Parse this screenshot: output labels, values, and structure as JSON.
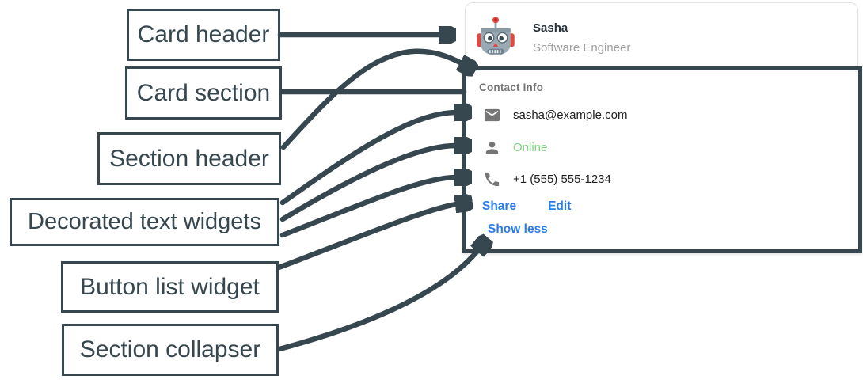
{
  "annotations": {
    "labels": [
      {
        "text": "Card header"
      },
      {
        "text": "Card section"
      },
      {
        "text": "Section header"
      },
      {
        "text": "Decorated text widgets"
      },
      {
        "text": "Button list widget"
      },
      {
        "text": "Section collapser"
      }
    ]
  },
  "card": {
    "header": {
      "avatar_icon": "robot-icon",
      "name": "Sasha",
      "subtitle": "Software Engineer"
    },
    "section": {
      "header": "Contact Info",
      "items": [
        {
          "icon": "mail-icon",
          "text": "sasha@example.com"
        },
        {
          "icon": "person-icon",
          "text": "Online"
        },
        {
          "icon": "phone-icon",
          "text": "+1 (555) 555-1234"
        }
      ],
      "buttons": [
        {
          "label": "Share"
        },
        {
          "label": "Edit"
        }
      ],
      "collapser_label": "Show less"
    }
  },
  "colors": {
    "annotation_dark": "#37474F",
    "link_blue": "#2B7DE9",
    "online_green": "#7BD57B",
    "icon_gray": "#757575",
    "subtitle_gray": "#9E9E9E",
    "text_dark": "#212121"
  }
}
